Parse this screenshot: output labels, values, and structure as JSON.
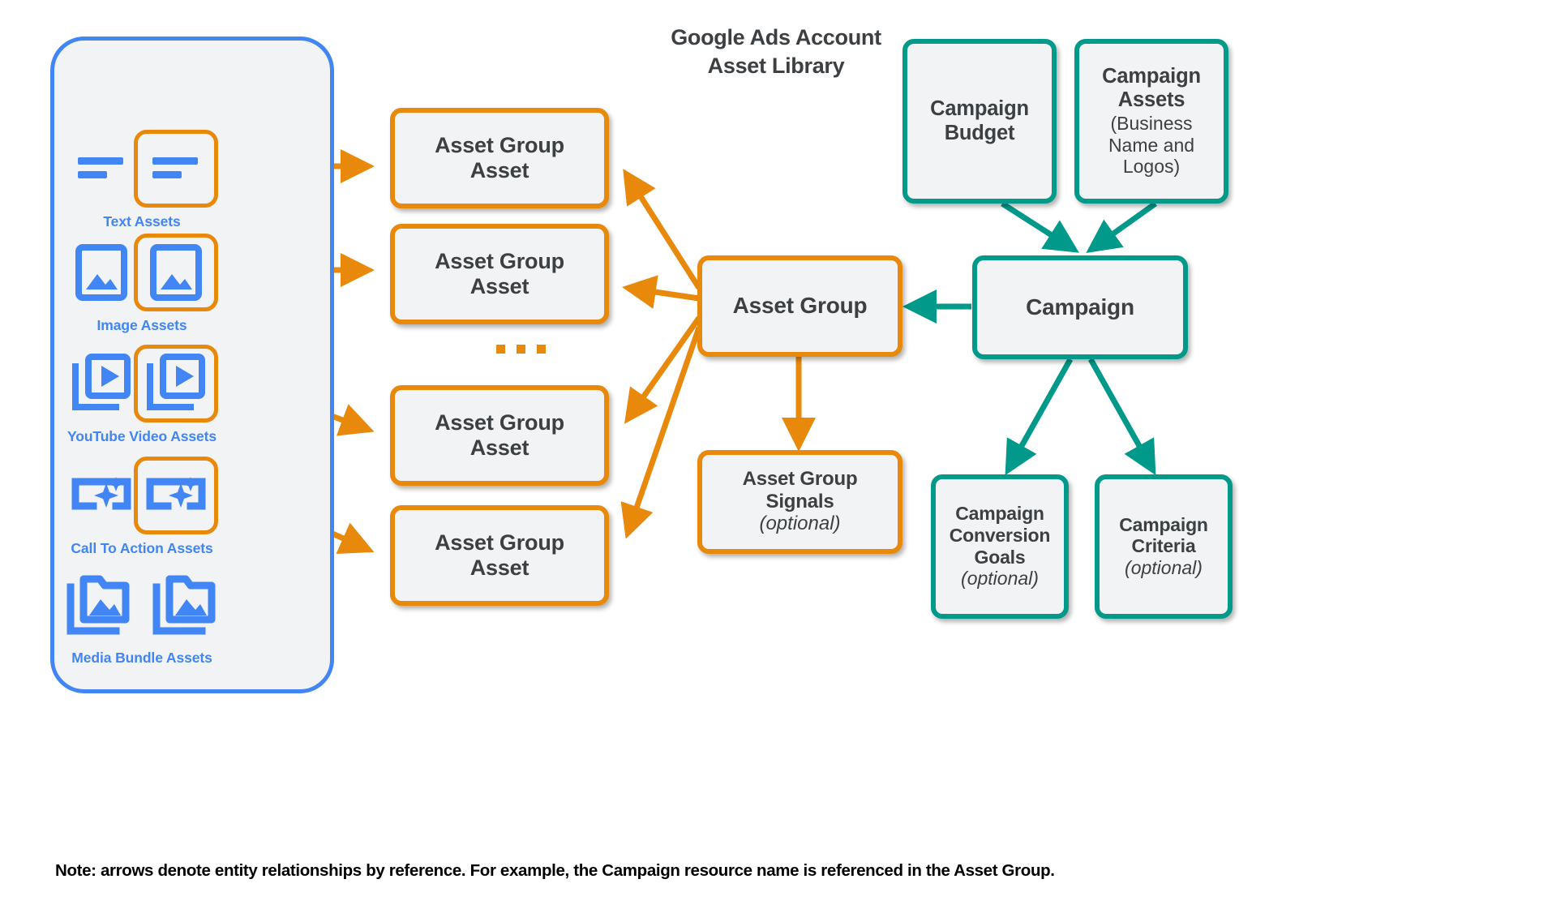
{
  "library": {
    "title_line1": "Google Ads Account",
    "title_line2": "Asset Library",
    "border_color": "#4285f4",
    "items": [
      {
        "label": "Text Assets",
        "icon": "text-asset-icon",
        "highlighted": true
      },
      {
        "label": "Image Assets",
        "icon": "image-asset-icon",
        "highlighted": true
      },
      {
        "label": "YouTube Video  Assets",
        "icon": "video-asset-icon",
        "highlighted": true
      },
      {
        "label": "Call To Action Assets",
        "icon": "call-to-action-asset-icon",
        "highlighted": true
      },
      {
        "label": "Media Bundle  Assets",
        "icon": "media-bundle-asset-icon",
        "highlighted": false
      }
    ]
  },
  "asset_group_assets": [
    {
      "line1": "Asset Group",
      "line2": "Asset"
    },
    {
      "line1": "Asset Group",
      "line2": "Asset"
    },
    {
      "line1": "Asset Group",
      "line2": "Asset"
    },
    {
      "line1": "Asset Group",
      "line2": "Asset"
    }
  ],
  "ellipsis": "...",
  "asset_group": {
    "label": "Asset Group"
  },
  "asset_group_signals": {
    "line1": "Asset Group",
    "line2": "Signals",
    "optional": "(optional)"
  },
  "campaign_budget": {
    "line1": "Campaign",
    "line2": "Budget"
  },
  "campaign_assets": {
    "line1": "Campaign",
    "line2": "Assets",
    "sub1": "(Business",
    "sub2": "Name and",
    "sub3": "Logos)"
  },
  "campaign": {
    "label": "Campaign"
  },
  "campaign_conversion_goals": {
    "line1": "Campaign",
    "line2": "Conversion",
    "line3": "Goals",
    "optional": "(optional)"
  },
  "campaign_criteria": {
    "line1": "Campaign",
    "line2": "Criteria",
    "optional": "(optional)"
  },
  "footnote": "Note: arrows denote entity relationships by reference. For example, the Campaign resource name is referenced in the Asset Group.",
  "colors": {
    "orange": "#e8890c",
    "teal": "#00998a",
    "blue": "#4285f4",
    "node_fill": "#f1f3f4",
    "text": "#3c4043"
  }
}
